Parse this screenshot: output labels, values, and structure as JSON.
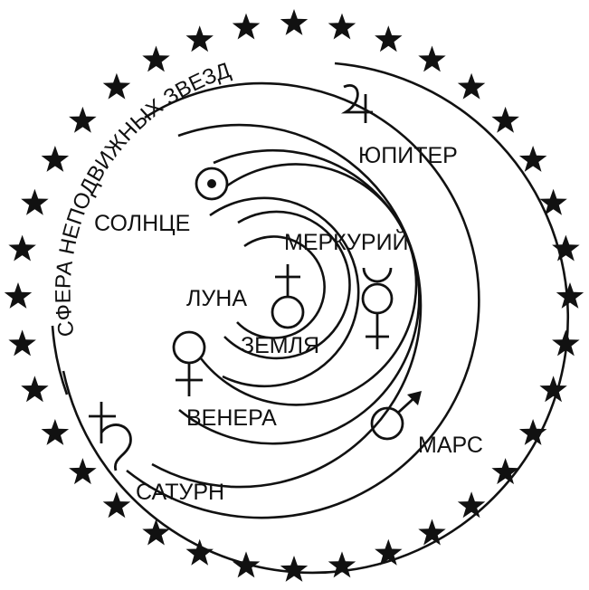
{
  "colors": {
    "ink": "#111111",
    "paper": "#ffffff"
  },
  "outer_label": "СФЕРА НЕПОДВИЖНЫХ ЗВЕЗД",
  "bodies": {
    "earth": {
      "label": "ЗЕМЛЯ",
      "icon": "earth-symbol-icon"
    },
    "moon": {
      "label": "ЛУНА",
      "icon": "crescent-moon-icon"
    },
    "mercury": {
      "label": "МЕРКУРИЙ",
      "icon": "mercury-symbol-icon"
    },
    "venus": {
      "label": "ВЕНЕРА",
      "icon": "venus-symbol-icon"
    },
    "sun": {
      "label": "СОЛНЦЕ",
      "icon": "sun-symbol-icon"
    },
    "mars": {
      "label": "МАРС",
      "icon": "mars-symbol-icon"
    },
    "jupiter": {
      "label": "ЮПИТЕР",
      "icon": "jupiter-symbol-icon"
    },
    "saturn": {
      "label": "САТУРН",
      "icon": "saturn-symbol-icon"
    }
  },
  "star_icon": "star-icon"
}
